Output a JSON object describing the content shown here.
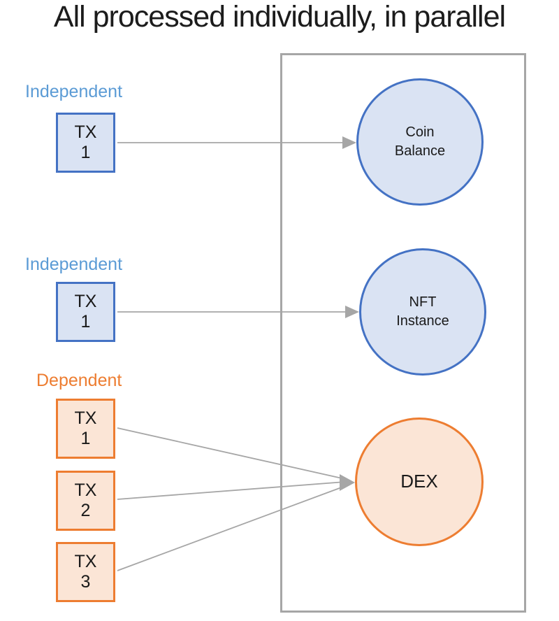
{
  "title": "All processed individually, in parallel",
  "colors": {
    "blue_border": "#4472C4",
    "blue_fill": "#DAE3F3",
    "blue_label": "#5B9BD5",
    "orange_border": "#ED7D31",
    "orange_fill": "#FBE5D6",
    "orange_label": "#ED7D31",
    "connector_gray": "#A6A6A6",
    "container_border": "#A6A6A6"
  },
  "groups": [
    {
      "label": "Independent",
      "boxes": [
        {
          "line1": "TX",
          "line2": "1"
        }
      ]
    },
    {
      "label": "Independent",
      "boxes": [
        {
          "line1": "TX",
          "line2": "1"
        }
      ]
    },
    {
      "label": "Dependent",
      "boxes": [
        {
          "line1": "TX",
          "line2": "1"
        },
        {
          "line1": "TX",
          "line2": "2"
        },
        {
          "line1": "TX",
          "line2": "3"
        }
      ]
    }
  ],
  "targets": [
    {
      "lines": {
        "0": "Coin",
        "1": "Balance"
      }
    },
    {
      "lines": {
        "0": "NFT",
        "1": "Instance"
      }
    },
    {
      "lines": {
        "0": "DEX"
      }
    }
  ]
}
